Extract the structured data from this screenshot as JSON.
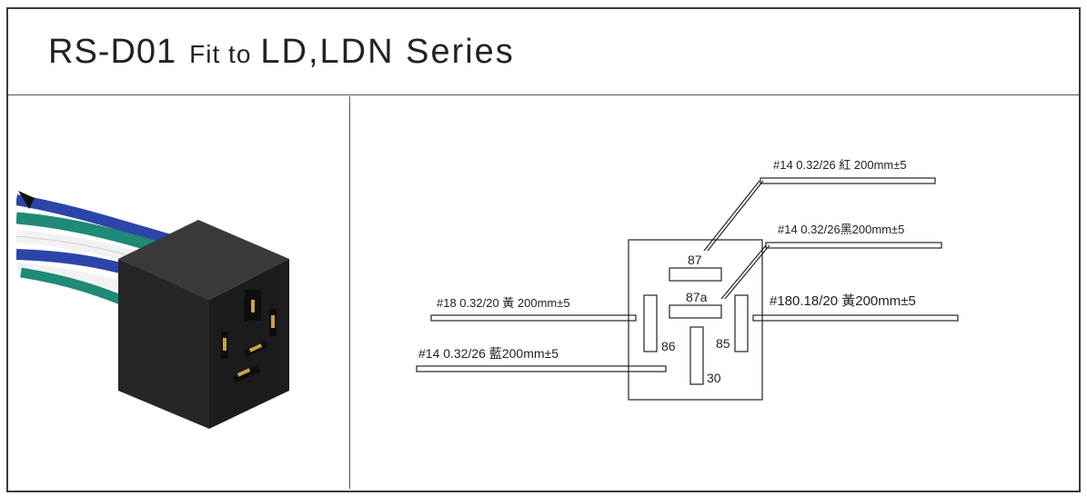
{
  "title": {
    "model": "RS-D01",
    "fit_to": "Fit to",
    "series": "LD,LDN Series"
  },
  "diagram": {
    "pins": {
      "p87": "87",
      "p87a": "87a",
      "p86": "86",
      "p85": "85",
      "p30": "30"
    },
    "wires": {
      "w87": "#14 0.32/26 紅 200mm±5",
      "w87a": "#14  0.32/26黑200mm±5",
      "w86": "#18 0.32/20  黃  200mm±5",
      "w85": "#180.18/20  黃200mm±5",
      "w30": "#14  0.32/26  藍200mm±5"
    }
  },
  "colors": {
    "housing": "#1f1f1f",
    "wire_white": "#f2f2f2",
    "wire_teal": "#1f8a77",
    "wire_blue": "#2b46a8",
    "terminal_brass": "#c9a24a"
  }
}
